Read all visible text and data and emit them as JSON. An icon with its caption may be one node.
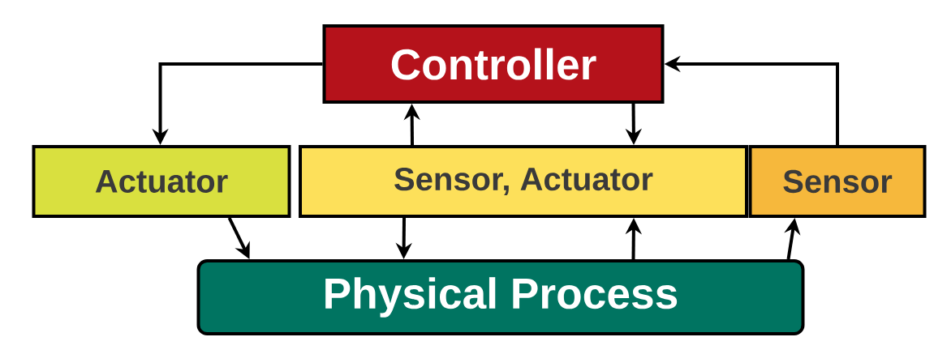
{
  "diagram": {
    "nodes": [
      {
        "text": [
          "Controller"
        ]
      },
      {
        "text": [
          "Actuator"
        ]
      },
      {
        "text": [
          "Sensor, Actuator"
        ]
      },
      {
        "text": [
          "Sensor"
        ]
      },
      {
        "text": [
          "Physical Process"
        ]
      }
    ],
    "edges": [
      {
        "from": 0,
        "to": 1,
        "arrow": "to"
      },
      {
        "from": 2,
        "to": 0,
        "arrow": "to"
      },
      {
        "from": 0,
        "to": 2,
        "arrow": "to"
      },
      {
        "from": 3,
        "to": 0,
        "arrow": "to"
      },
      {
        "from": 1,
        "to": 4,
        "arrow": "to"
      },
      {
        "from": 2,
        "to": 4,
        "arrow": "to"
      },
      {
        "from": 4,
        "to": 2,
        "arrow": "to"
      },
      {
        "from": 4,
        "to": 3,
        "arrow": "to"
      }
    ]
  }
}
